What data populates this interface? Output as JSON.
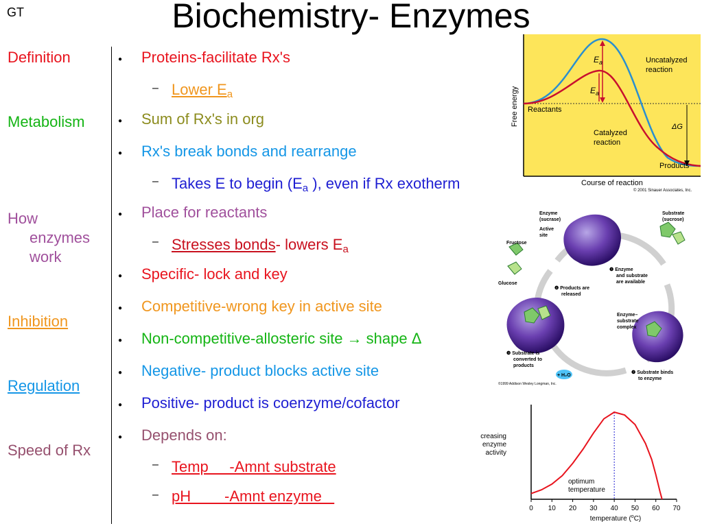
{
  "header": {
    "corner": "GT",
    "title": "Biochemistry- Enzymes"
  },
  "sidebar": {
    "definition": "Definition",
    "metabolism": "Metabolism",
    "how_1": "How",
    "how_2": "enzymes",
    "how_3": "work",
    "inhibition": "Inhibition",
    "regulation": "Regulation",
    "speed": "Speed of Rx"
  },
  "content": {
    "l1": "Proteins-facilitate Rx's",
    "l1a_main": "Lower E",
    "l1a_sub": "a",
    "l2": "Sum of Rx's in org",
    "l3": "Rx's break bonds and rearrange",
    "l3a_pre": "Takes E to begin (E",
    "l3a_sub": "a",
    "l3a_post": "), even if Rx exotherm",
    "l4": "Place for reactants",
    "l4a_u": "Stresses bonds",
    "l4a_rest": "- lowers E",
    "l4a_sub": "a",
    "l5": "Specific- lock and key",
    "l6": "Competitive-wrong key in active site",
    "l7": "Non-competitive-allosteric site → shape Δ",
    "l8": "Negative- product blocks active site",
    "l9": "Positive- product is coenzyme/cofactor",
    "l10": "Depends on:",
    "l10a": "Temp     -Amnt substrate",
    "l10b": "pH        -Amnt enzyme   "
  },
  "energy_diagram": {
    "ylabel": "Free energy",
    "xlabel": "Course of reaction",
    "ea": "E",
    "ea_sub": "a",
    "uncat_1": "Uncatalyzed",
    "uncat_2": "reaction",
    "cat_1": "Catalyzed",
    "cat_2": "reaction",
    "reactants": "Reactants",
    "products": "Products",
    "dg": "ΔG",
    "copyright": "© 2001 Sinauer Associates, Inc.",
    "colors": {
      "uncatalyzed": "#2a8fcf",
      "catalyzed": "#c8102e",
      "background": "#fde55a"
    }
  },
  "cycle_diagram": {
    "enzyme_1": "Enzyme",
    "enzyme_2": "(sucrase)",
    "active_1": "Active",
    "active_2": "site",
    "substrate_1": "Substrate",
    "substrate_2": "(sucrose)",
    "fructose": "Fructose",
    "glucose": "Glucose",
    "step1_1": "❶ Enzyme",
    "step1_2": "and substrate",
    "step1_3": "are available",
    "step4_1": "❹ Products are",
    "step4_2": "released",
    "complex_1": "Enzyme–",
    "complex_2": "substrate",
    "complex_3": "complex",
    "step3_1": "❸ Substrate is",
    "step3_2": "converted to",
    "step3_3": "products",
    "step2_1": "❷ Substrate binds",
    "step2_2": "to enzyme",
    "water": "+ H₂O",
    "copyright": "©1999 Addison Wesley Longman, Inc."
  },
  "chart_data": {
    "type": "line",
    "x": [
      0,
      5,
      10,
      15,
      20,
      25,
      30,
      35,
      40,
      45,
      50,
      55,
      58,
      60,
      62,
      63
    ],
    "values": [
      0.06,
      0.1,
      0.16,
      0.25,
      0.38,
      0.53,
      0.7,
      0.85,
      0.92,
      0.89,
      0.79,
      0.59,
      0.42,
      0.26,
      0.08,
      0.0
    ],
    "xlabel": "temperature (",
    "xlabel_sup": "o",
    "xlabel_end": "C)",
    "ylabel_1": "increasing",
    "ylabel_2": "enzyme",
    "ylabel_3": "activity",
    "annotation_1": "optimum",
    "annotation_2": "temperature",
    "xticks": [
      "0",
      "10",
      "20",
      "30",
      "40",
      "50",
      "60",
      "70"
    ],
    "xlim": [
      0,
      70
    ],
    "optimum_x": 40,
    "color": "#e8141e"
  }
}
